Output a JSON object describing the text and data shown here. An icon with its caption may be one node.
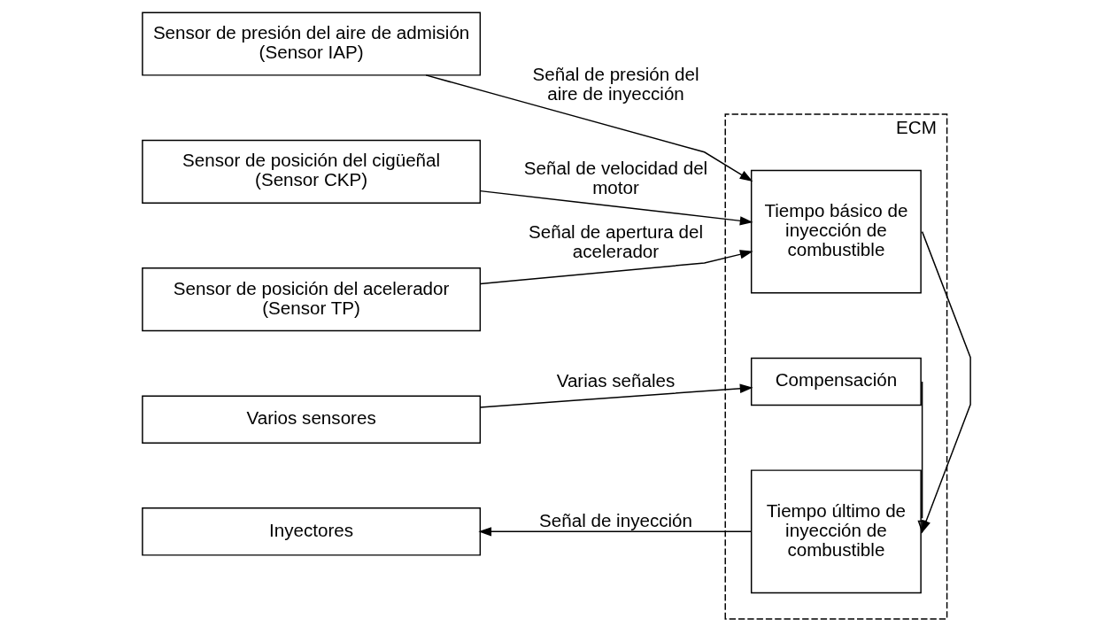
{
  "diagram": {
    "nodes": [
      {
        "text": [
          "ECM"
        ]
      },
      {
        "text": [
          "Sensor de presión del aire de admisión (Sensor IAP)"
        ]
      },
      {
        "text": [
          "Sensor de posición del cigüeñal (Sensor CKP)"
        ]
      },
      {
        "text": [
          "Sensor de posición del acelerador (Sensor TP)"
        ]
      },
      {
        "text": [
          "Varios sensores"
        ]
      },
      {
        "text": [
          "Inyectores"
        ]
      },
      {
        "text": [
          "Tiempo básico de inyección de combustible"
        ],
        "in": 0
      },
      {
        "text": [
          "Compensación"
        ],
        "in": 0
      },
      {
        "text": [
          "Tiempo último de inyección de combustible"
        ],
        "in": 0
      }
    ],
    "edges": [
      {
        "from": 1,
        "to": 6,
        "arrow": "to",
        "label": "Señal de presión del aire de inyección"
      },
      {
        "from": 2,
        "to": 6,
        "arrow": "to",
        "label": "Señal de velocidad del motor"
      },
      {
        "from": 3,
        "to": 6,
        "arrow": "to",
        "label": "Señal de apertura del acelerador"
      },
      {
        "from": 4,
        "to": 7,
        "arrow": "to",
        "label": "Varias señales"
      },
      {
        "from": 6,
        "to": 8,
        "arrow": "to"
      },
      {
        "from": 7,
        "to": 8,
        "arrow": "to"
      },
      {
        "from": 8,
        "to": 5,
        "arrow": "to",
        "label": "Señal de inyección"
      }
    ]
  }
}
